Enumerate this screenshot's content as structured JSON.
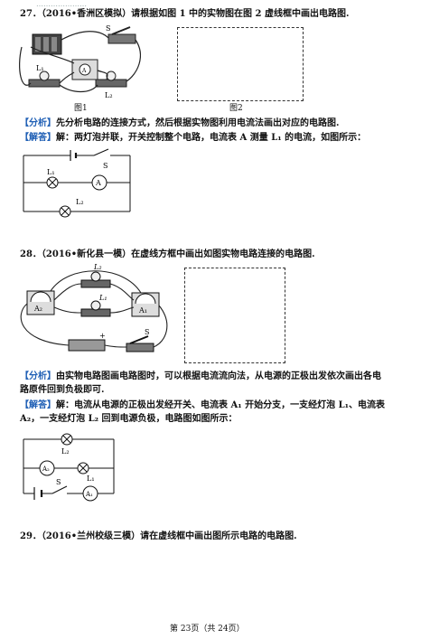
{
  "header_fragment": "…………………",
  "q27": {
    "title": "27．（2016•香洲区模拟）请根据如图 1 中的实物图在图 2 虚线框中画出电路图.",
    "fig1_caption": "图1",
    "fig2_caption": "图2",
    "photo_labels": {
      "s": "S",
      "l1": "L₁",
      "l2": "L₂",
      "a": "A"
    },
    "analysis_tag": "【分析】",
    "analysis_text": "先分析电路的连接方式，然后根据实物图利用电流法画出对应的电路图.",
    "answer_tag": "【解答】",
    "answer_text": "解：两灯泡并联，开关控制整个电路，电流表 A 测量 L₁ 的电流，如图所示：",
    "diagram_labels": {
      "s": "S",
      "l1": "L₁",
      "l2": "L₂",
      "a": "A"
    }
  },
  "q28": {
    "title": "28．（2016•新化县一模）在虚线方框中画出如图实物电路连接的电路图.",
    "photo_labels": {
      "l2": "L₂",
      "l1": "L₁",
      "a2": "A₂",
      "a1": "A₁",
      "s": "S",
      "plus": "+"
    },
    "analysis_tag": "【分析】",
    "analysis_line1": "由实物电路图画电路图时，可以根据电流流向法，从电源的正极出发依次画出各电",
    "analysis_line2": "路原件回到负极即可.",
    "answer_tag": "【解答】",
    "answer_line1": "解：电流从电源的正极出发经开关、电流表 A₁ 开始分支，一支经灯泡 L₁、电流表",
    "answer_line2": "A₂，一支经灯泡 L₂ 回到电源负极，电路图如图所示：",
    "diagram_labels": {
      "l2": "L₂",
      "l1": "L₁",
      "a2": "A₂",
      "a1": "A₁",
      "s": "S"
    }
  },
  "q29": {
    "title": "29．（2016•兰州校级三模）请在虚线框中画出图所示电路的电路图."
  },
  "footer": {
    "page_text": "第 23页（共 24页）"
  }
}
